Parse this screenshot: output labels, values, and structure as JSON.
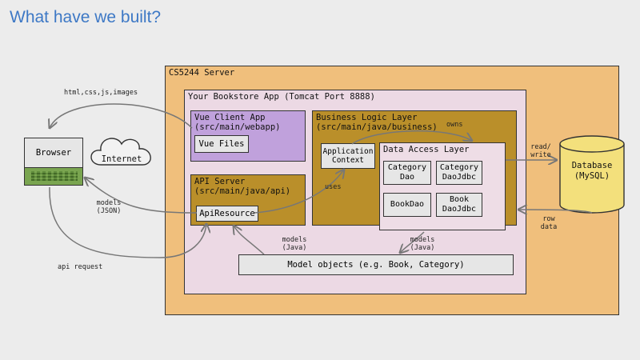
{
  "title": "What have we built?",
  "server": {
    "label": "CS5244 Server"
  },
  "app": {
    "label": "Your Bookstore App (Tomcat Port 8888)"
  },
  "vue_client": {
    "title": "Vue Client App",
    "path": "(src/main/webapp)",
    "files": "Vue Files"
  },
  "api_server": {
    "title": "API Server",
    "path": "(src/main/java/api)",
    "resource": "ApiResource"
  },
  "business": {
    "title": "Business Logic Layer",
    "path": "(src/main/java/business)",
    "app_context": "Application\nContext"
  },
  "data_access": {
    "title": "Data Access Layer",
    "items": [
      "Category\nDao",
      "Category\nDaoJdbc",
      "BookDao",
      "Book\nDaoJdbc"
    ]
  },
  "model_objects": "Model objects (e.g. Book, Category)",
  "browser": "Browser",
  "internet": "Internet",
  "database": "Database\n(MySQL)",
  "edges": {
    "static_assets": "html,css,js,images",
    "models_json": "models\n(JSON)",
    "api_request": "api request",
    "uses": "uses",
    "owns": "owns",
    "models_java_left": "models\n(Java)",
    "models_java_right": "models\n(Java)",
    "read_write": "read/\nwrite",
    "row_data": "row\ndata"
  }
}
